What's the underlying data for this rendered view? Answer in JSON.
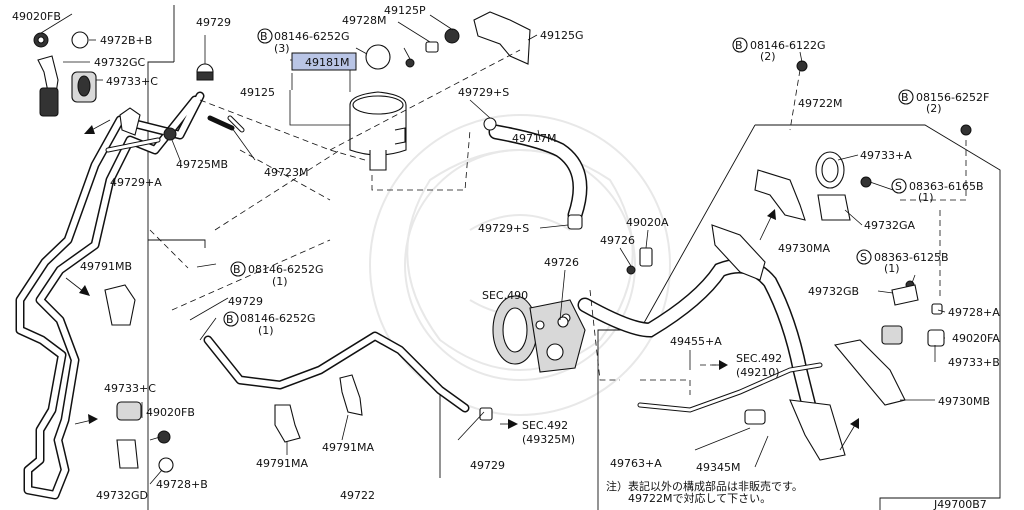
{
  "diagram_code": "J49700B7",
  "note": {
    "line1": "注）表記以外の構成部品は非販売です。",
    "line2": "49722Mで対応して下さい。"
  },
  "labels": {
    "p49020FB_top": "49020FB",
    "p4972BB": "4972B+B",
    "p49732GC": "49732GC",
    "p49733C_top": "49733+C",
    "p49729_top": "49729",
    "b08146_6252G_top": "08146-6252G",
    "b08146_6252G_top_qty": "(3)",
    "p49728M": "49728M",
    "p49125P": "49125P",
    "p49125G": "49125G",
    "p49181M": "49181M",
    "p49125": "49125",
    "p49725MB": "49725MB",
    "p49729A": "49729+A",
    "p49723M": "49723M",
    "p49729S_top": "49729+S",
    "p49717M": "49717M",
    "b08146_6122G": "08146-6122G",
    "b08146_6122G_qty": "(2)",
    "p49722M": "49722M",
    "b08156_6252F": "08156-6252F",
    "b08156_6252F_qty": "(2)",
    "p49733A": "49733+A",
    "s08363_6165B": "08363-6165B",
    "s08363_6165B_qty": "(1)",
    "p49732GA": "49732GA",
    "p49730MA": "49730MA",
    "s08363_6125B": "08363-6125B",
    "s08363_6125B_qty": "(1)",
    "p49732GB": "49732GB",
    "p49728A": "49728+A",
    "p49020FA": "49020FA",
    "p49733B": "49733+B",
    "p49730MB": "49730MB",
    "p49729S_mid": "49729+S",
    "p49020A": "49020A",
    "p49726_a": "49726",
    "p49726_b": "49726",
    "sec490": "SEC.490",
    "p49791MB": "49791MB",
    "b08146_6252G_mid": "08146-6252G",
    "b08146_6252G_mid_qty": "(1)",
    "p49729_mid": "49729",
    "b08146_6252G_low": "08146-6252G",
    "b08146_6252G_low_qty": "(1)",
    "p49455A": "49455+A",
    "sec492_a": "SEC.492",
    "sec492_a_ref": "(49210)",
    "p49733C_bot": "49733+C",
    "p49020FB_bot": "49020FB",
    "p49728B": "49728+B",
    "p49732GD": "49732GD",
    "p49791MA_a": "49791MA",
    "p49791MA_b": "49791MA",
    "p49722": "49722",
    "p49729_bot": "49729",
    "sec492_b": "SEC.492",
    "sec492_b_ref": "(49325M)",
    "p49763A": "49763+A",
    "p49345M": "49345M"
  },
  "highlight_part": "49181M",
  "colors": {
    "highlight": "#b9c5e6",
    "ink": "#111111",
    "watermark": "#e8e8e8"
  }
}
